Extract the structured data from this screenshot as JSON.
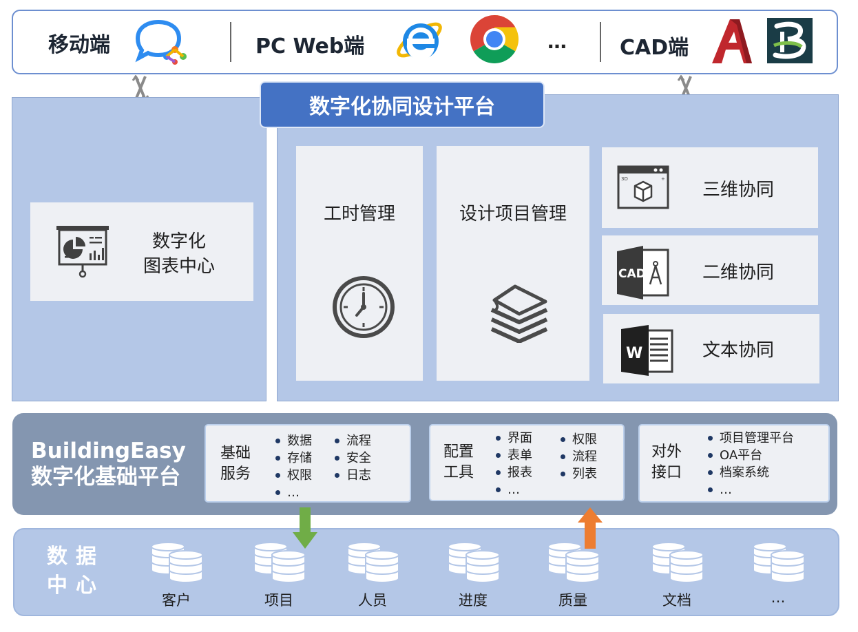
{
  "clients": {
    "mobile_label": "移动端",
    "pc_label": "PC Web端",
    "more": "…",
    "cad_label": "CAD端",
    "chrome_colors": {
      "red": "#db4437",
      "yellow": "#f4c20d",
      "green": "#0f9d58",
      "blue": "#4285f4"
    },
    "ie_color": "#1e88e5",
    "autocad_color": "#c0272d"
  },
  "platform": {
    "title": "数字化协同设计平台",
    "chart_center": {
      "line1": "数字化",
      "line2": "图表中心"
    },
    "work_hours": "工时管理",
    "project_mgmt": "设计项目管理",
    "collab_3d": {
      "label": "三维协同",
      "badge": "3D"
    },
    "collab_2d": {
      "label": "二维协同",
      "badge": "CAD"
    },
    "collab_text": {
      "label": "文本协同",
      "badge": "W"
    }
  },
  "foundation": {
    "title_line1": "BuildingEasy",
    "title_line2": "数字化基础平台",
    "basic": {
      "label_line1": "基础",
      "label_line2": "服务",
      "col1": [
        "数据",
        "存储",
        "权限",
        "…"
      ],
      "col2": [
        "流程",
        "安全",
        "日志"
      ]
    },
    "config": {
      "label_line1": "配置",
      "label_line2": "工具",
      "col1": [
        "界面",
        "表单",
        "报表",
        "…"
      ],
      "col2": [
        "权限",
        "流程",
        "列表"
      ]
    },
    "external": {
      "label_line1": "对外",
      "label_line2": "接口",
      "col1": [
        "项目管理平台",
        "OA平台",
        "档案系统",
        "…"
      ]
    }
  },
  "data_center": {
    "title_line1": "数据",
    "title_line2": "中心",
    "items": [
      "客户",
      "项目",
      "人员",
      "进度",
      "质量",
      "文档",
      "…"
    ],
    "arrow_down_color": "#70ad47",
    "arrow_up_color": "#ed7d31"
  }
}
